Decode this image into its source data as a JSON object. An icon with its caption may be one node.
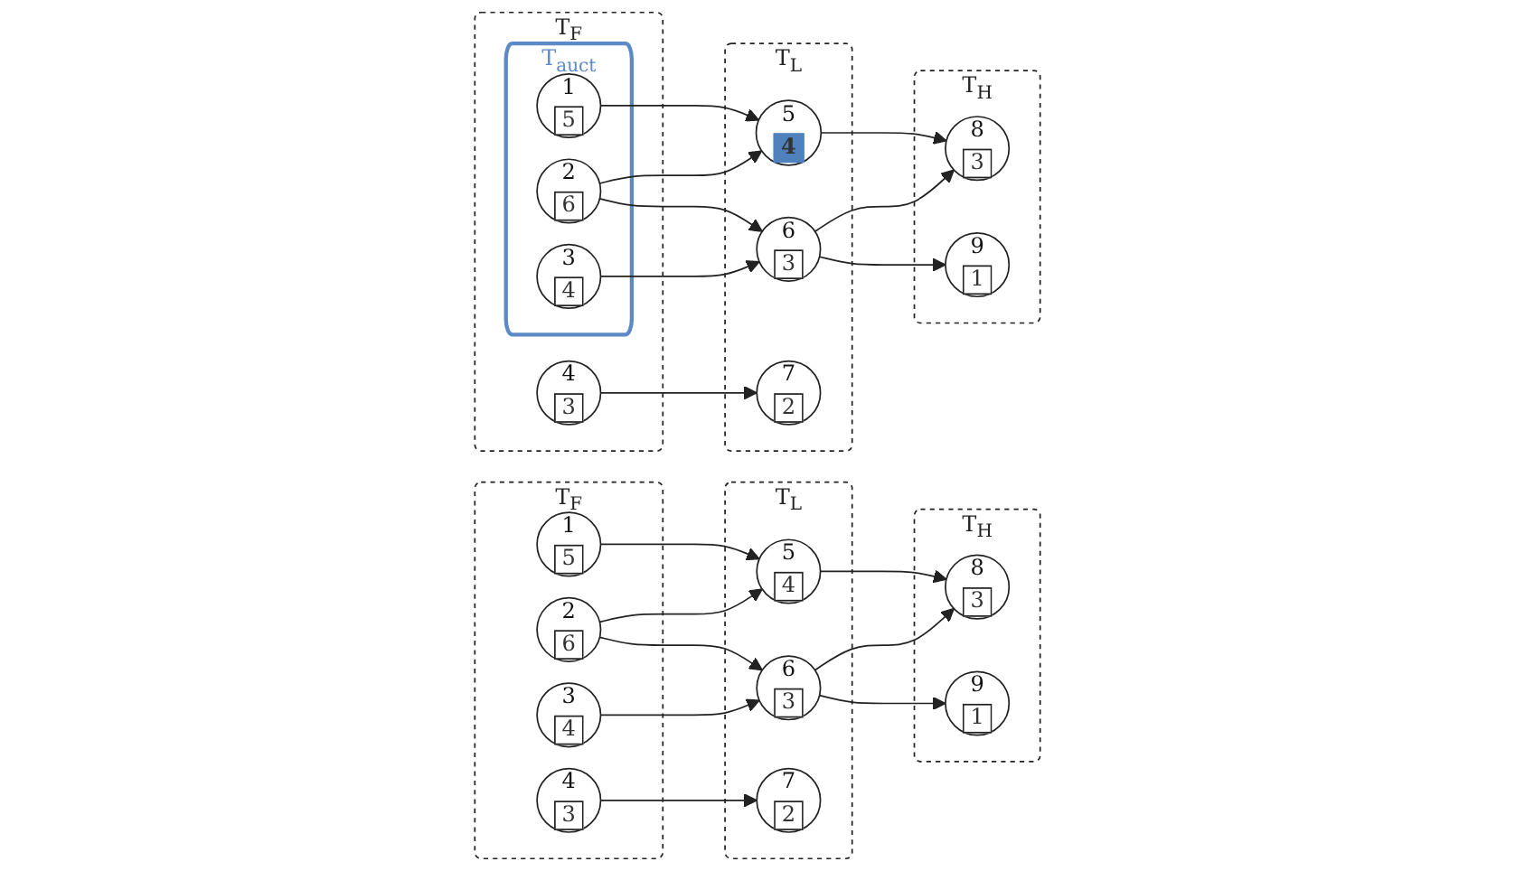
{
  "diagram": {
    "nodes": [
      {
        "text": [
          "T$_{F}$"
        ]
      },
      {
        "text": [
          "1",
          "5"
        ],
        "in": 0
      },
      {
        "text": [
          "2",
          "6"
        ],
        "in": 0
      },
      {
        "text": [
          "3",
          "4"
        ],
        "in": 0
      },
      {
        "text": [
          "4",
          "3"
        ],
        "in": 0
      },
      {
        "text": [
          "T$_{L}$"
        ]
      },
      {
        "text": [
          "5",
          "4"
        ],
        "in": 5
      },
      {
        "text": [
          "6",
          "3"
        ],
        "in": 5
      },
      {
        "text": [
          "7",
          "2"
        ],
        "in": 5
      },
      {
        "text": [
          "T$_{H}$"
        ]
      },
      {
        "text": [
          "8",
          "3"
        ],
        "in": 9
      },
      {
        "text": [
          "9",
          "1"
        ],
        "in": 9
      },
      {
        "text": [
          "T$_{F}$"
        ]
      },
      {
        "text": [
          "T$_{auct}$"
        ],
        "in": 12
      },
      {
        "text": [
          "1",
          "5"
        ],
        "in": 13
      },
      {
        "text": [
          "2",
          "6"
        ],
        "in": 13
      },
      {
        "text": [
          "3",
          "4"
        ],
        "in": 13
      },
      {
        "text": [
          "4",
          "3"
        ],
        "in": 12
      },
      {
        "text": [
          "T$_{L}$"
        ]
      },
      {
        "text": [
          "5",
          "4"
        ],
        "in": 18
      },
      {
        "text": [
          "6",
          "3"
        ],
        "in": 18
      },
      {
        "text": [
          "7",
          "2"
        ],
        "in": 18
      },
      {
        "text": [
          "T$_{H}$"
        ]
      },
      {
        "text": [
          "8",
          "3"
        ],
        "in": 22
      },
      {
        "text": [
          "9",
          "1"
        ],
        "in": 22
      }
    ],
    "edges": [
      {
        "from": 1,
        "to": 6,
        "arrow": "to"
      },
      {
        "from": 2,
        "to": 6,
        "arrow": "to"
      },
      {
        "from": 2,
        "to": 7,
        "arrow": "to"
      },
      {
        "from": 3,
        "to": 7,
        "arrow": "to"
      },
      {
        "from": 4,
        "to": 8,
        "arrow": "to"
      },
      {
        "from": 6,
        "to": 10,
        "arrow": "to"
      },
      {
        "from": 7,
        "to": 10,
        "arrow": "to"
      },
      {
        "from": 7,
        "to": 11,
        "arrow": "to"
      },
      {
        "from": 14,
        "to": 19,
        "arrow": "to"
      },
      {
        "from": 15,
        "to": 19,
        "arrow": "to"
      },
      {
        "from": 15,
        "to": 20,
        "arrow": "to"
      },
      {
        "from": 16,
        "to": 20,
        "arrow": "to"
      },
      {
        "from": 17,
        "to": 21,
        "arrow": "to"
      },
      {
        "from": 19,
        "to": 23,
        "arrow": "to"
      },
      {
        "from": 20,
        "to": 23,
        "arrow": "to"
      },
      {
        "from": 20,
        "to": 24,
        "arrow": "to"
      }
    ]
  }
}
